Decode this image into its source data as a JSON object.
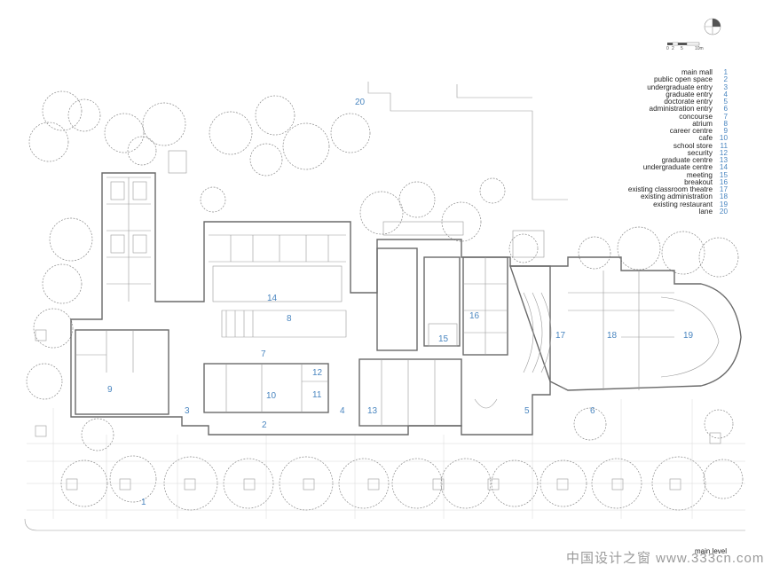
{
  "legend": [
    {
      "label": "main mall",
      "num": "1"
    },
    {
      "label": "public open space",
      "num": "2"
    },
    {
      "label": "undergraduate entry",
      "num": "3"
    },
    {
      "label": "graduate entry",
      "num": "4"
    },
    {
      "label": "doctorate entry",
      "num": "5"
    },
    {
      "label": "administration entry",
      "num": "6"
    },
    {
      "label": "concourse",
      "num": "7"
    },
    {
      "label": "atrium",
      "num": "8"
    },
    {
      "label": "career centre",
      "num": "9"
    },
    {
      "label": "cafe",
      "num": "10"
    },
    {
      "label": "school store",
      "num": "11"
    },
    {
      "label": "security",
      "num": "12"
    },
    {
      "label": "graduate centre",
      "num": "13"
    },
    {
      "label": "undergraduate centre",
      "num": "14"
    },
    {
      "label": "meeting",
      "num": "15"
    },
    {
      "label": "breakout",
      "num": "16"
    },
    {
      "label": "existing classroom theatre",
      "num": "17"
    },
    {
      "label": "existing administration",
      "num": "18"
    },
    {
      "label": "existing restaurant",
      "num": "19"
    },
    {
      "label": "lane",
      "num": "20"
    }
  ],
  "plan_labels": [
    "1",
    "2",
    "3",
    "4",
    "5",
    "6",
    "7",
    "8",
    "9",
    "10",
    "11",
    "12",
    "13",
    "14",
    "15",
    "16",
    "17",
    "18",
    "19",
    "20"
  ],
  "scale_bar": [
    "0",
    "2",
    "5",
    "10m"
  ],
  "caption": "main level",
  "watermark": "中国设计之窗 www.333cn.com"
}
